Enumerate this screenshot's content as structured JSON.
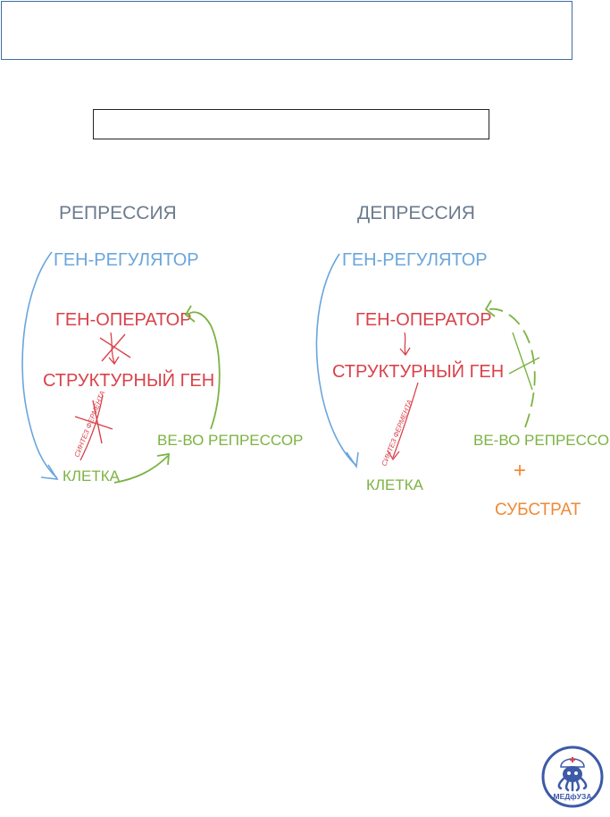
{
  "colors": {
    "gray": "#6b7b8e",
    "blue": "#6aa6dc",
    "red": "#d9424a",
    "green": "#7cb342",
    "orange": "#ef8a34",
    "logo_blue": "#3d5aa8"
  },
  "repression": {
    "title": "РЕПРЕССИЯ",
    "regulator": "ГЕН-РЕГУЛЯТОР",
    "operator": "ГЕН-ОПЕРАТОР",
    "structural": "СТРУКТУРНЫЙ ГЕН",
    "enzyme_synthesis": "СИНТЕЗ ФЕРМЕНТА",
    "cell": "КЛЕТКА",
    "repressor": "ВЕ-ВО РЕПРЕССОР"
  },
  "derepression": {
    "title": "ДЕПРЕССИЯ",
    "regulator": "ГЕН-РЕГУЛЯТОР",
    "operator": "ГЕН-ОПЕРАТОР",
    "structural": "СТРУКТУРНЫЙ ГЕН",
    "enzyme_synthesis": "СИНТЕЗ ФЕРМЕНТА",
    "cell": "КЛЕТКА",
    "repressor": "ВЕ-ВО РЕПРЕССОР",
    "plus": "+",
    "substrate": "СУБСТРАТ"
  },
  "logo": {
    "text": "МЕДфУЗА",
    "icon": "octopus-doctor-icon"
  }
}
